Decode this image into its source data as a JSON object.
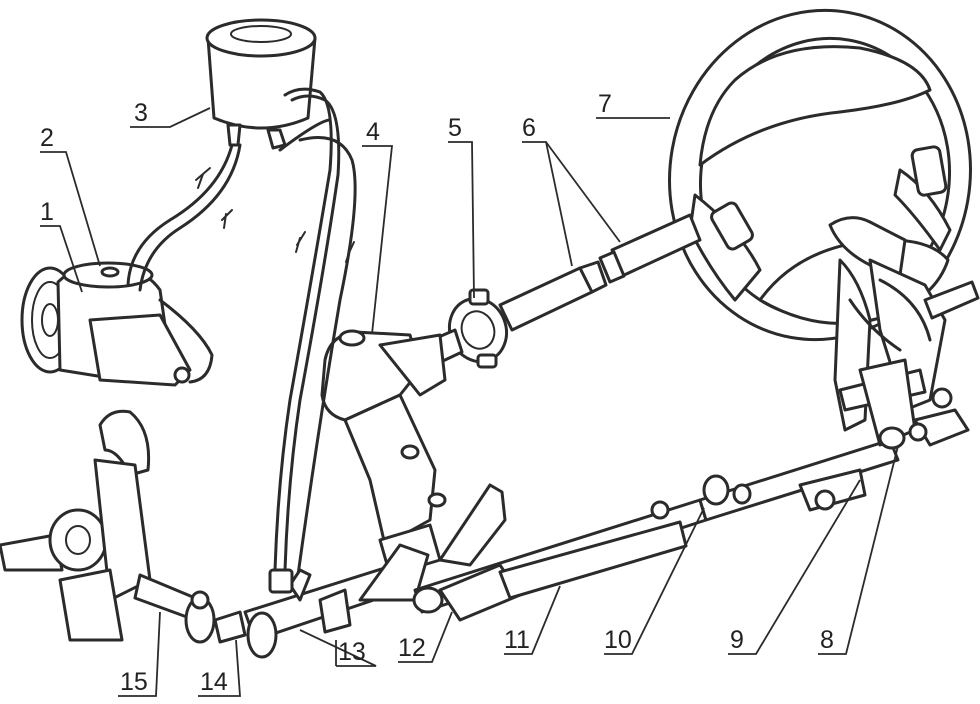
{
  "diagram": {
    "callouts": [
      {
        "id": "1",
        "label": "1"
      },
      {
        "id": "2",
        "label": "2"
      },
      {
        "id": "3",
        "label": "3"
      },
      {
        "id": "4",
        "label": "4"
      },
      {
        "id": "5",
        "label": "5"
      },
      {
        "id": "6",
        "label": "6"
      },
      {
        "id": "7",
        "label": "7"
      },
      {
        "id": "8",
        "label": "8"
      },
      {
        "id": "9",
        "label": "9"
      },
      {
        "id": "10",
        "label": "10"
      },
      {
        "id": "11",
        "label": "11"
      },
      {
        "id": "12",
        "label": "12"
      },
      {
        "id": "13",
        "label": "13"
      },
      {
        "id": "14",
        "label": "14"
      },
      {
        "id": "15",
        "label": "15"
      }
    ]
  },
  "colors": {
    "ink": "#2b2b2b",
    "background": "#ffffff"
  }
}
